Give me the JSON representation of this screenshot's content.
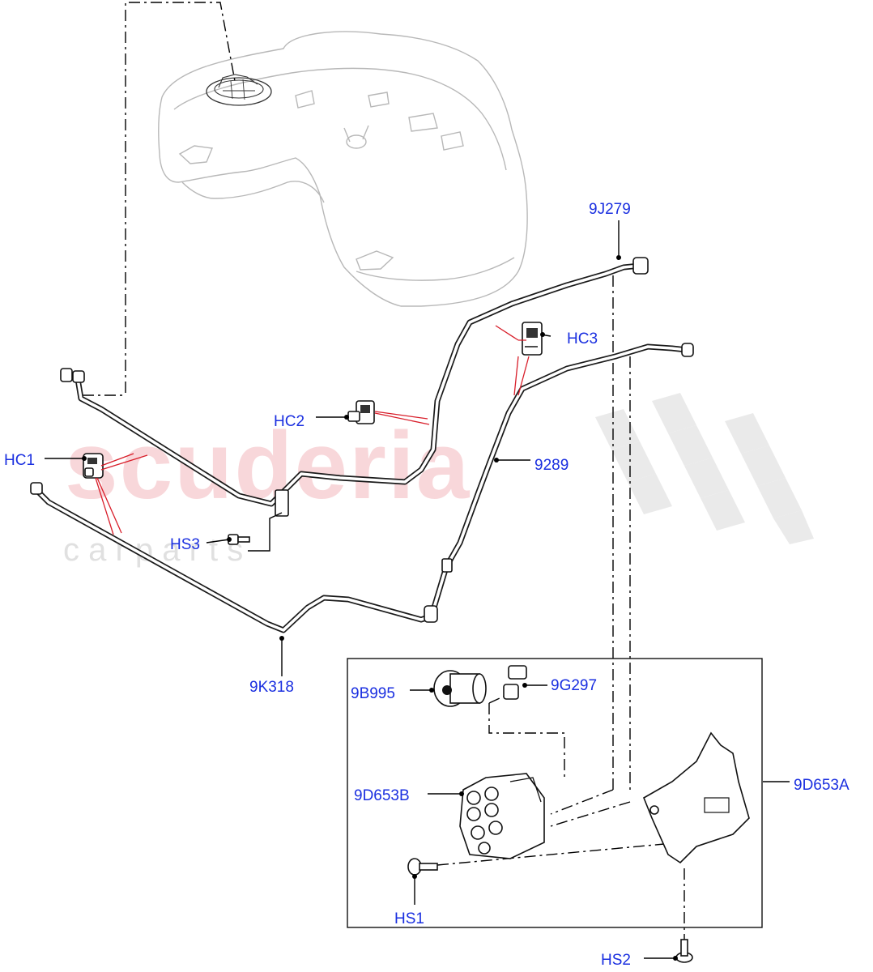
{
  "watermark": {
    "brand": "scuderia",
    "sub": "c a r   p a r t s"
  },
  "callouts": {
    "p9J279": "9J279",
    "HC3": "HC3",
    "HC2": "HC2",
    "HC1": "HC1",
    "p9289": "9289",
    "HS3": "HS3",
    "p9K318": "9K318",
    "p9B995": "9B995",
    "p9G297": "9G297",
    "p9D653B": "9D653B",
    "p9D653A": "9D653A",
    "HS1": "HS1",
    "HS2": "HS2"
  },
  "colors": {
    "callout_text": "#1a2fe0",
    "leader_red": "#d81e2a",
    "watermark_red": "#f4b8bd"
  }
}
